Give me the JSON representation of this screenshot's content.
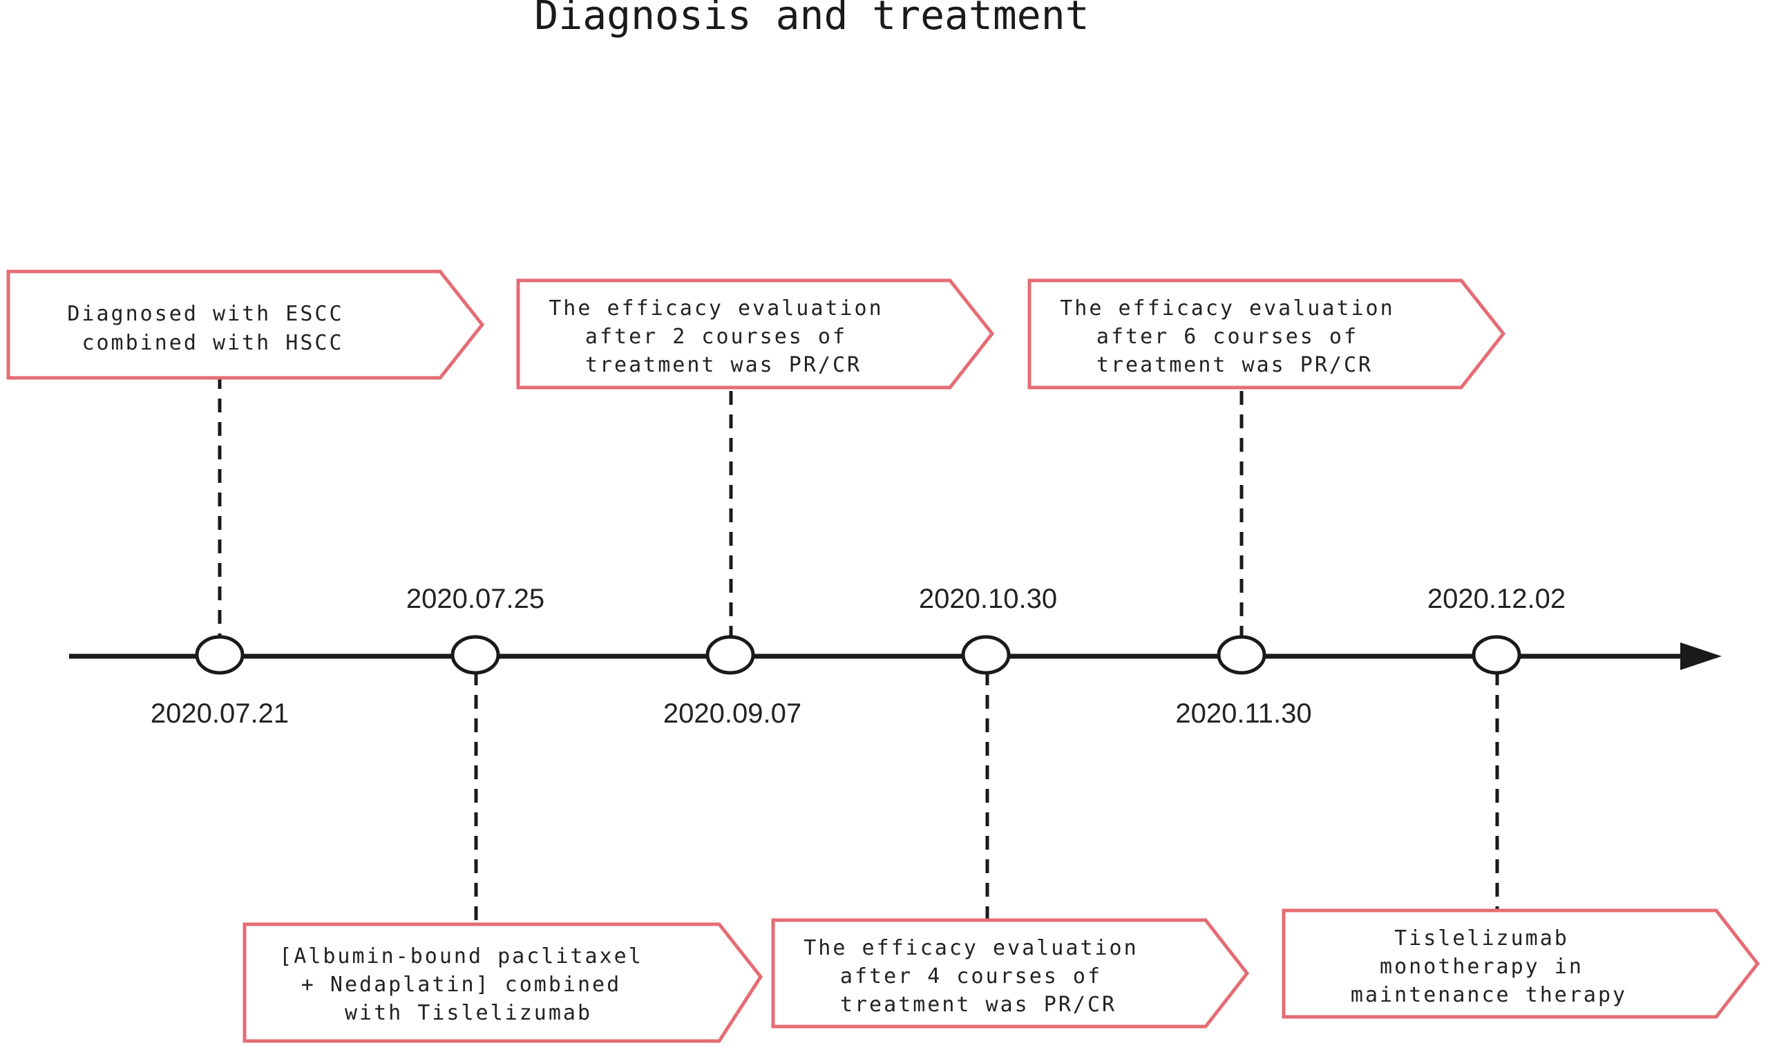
{
  "title": "Diagnosis and treatment",
  "colors": {
    "box_border": "#e56c74",
    "line": "#1a1a1a",
    "text": "#222222",
    "background": "#ffffff"
  },
  "dates": {
    "d1": "2020.07.21",
    "d2": "2020.07.25",
    "d3": "2020.09.07",
    "d4": "2020.10.30",
    "d5": "2020.11.30",
    "d6": "2020.12.02"
  },
  "events": {
    "e1": [
      "Diagnosed with ESCC",
      "combined with HSCC"
    ],
    "e2": [
      "[Albumin-bound paclitaxel",
      "+ Nedaplatin] combined",
      "with Tislelizumab"
    ],
    "e3": [
      "The efficacy evaluation",
      "after 2 courses of",
      "treatment was PR/CR"
    ],
    "e4": [
      "The efficacy evaluation",
      "after 4 courses of",
      "treatment was PR/CR"
    ],
    "e5": [
      "The efficacy evaluation",
      "after 6 courses of",
      "treatment was PR/CR"
    ],
    "e6": [
      "Tislelizumab",
      "monotherapy in",
      "maintenance therapy"
    ]
  }
}
